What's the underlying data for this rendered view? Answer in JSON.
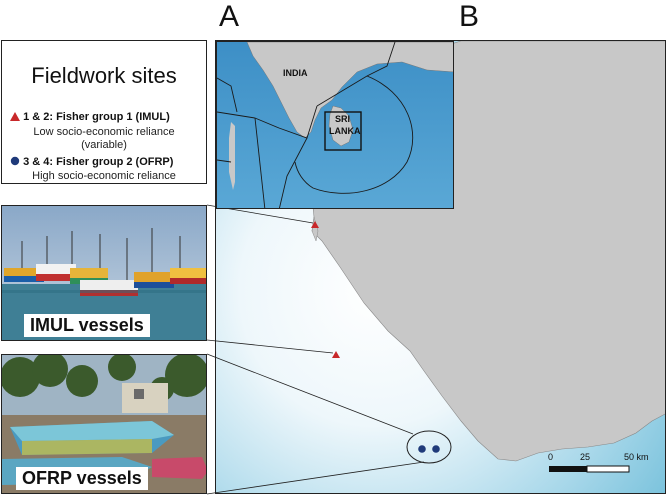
{
  "panels": {
    "a": "A",
    "b": "B"
  },
  "legend": {
    "title": "Fieldwork sites",
    "groups": [
      {
        "label": "1 & 2: Fisher group 1 (IMUL)",
        "desc1": "Low socio-economic reliance",
        "desc2": "(variable)",
        "color": "#c8282a",
        "symbol": "triangle"
      },
      {
        "label": "3 & 4: Fisher group 2 (OFRP)",
        "desc1": "High socio-economic reliance",
        "color": "#1f3a7a",
        "symbol": "circle"
      }
    ]
  },
  "photos": [
    {
      "label": "IMUL vessels"
    },
    {
      "label": "OFRP vessels"
    }
  ],
  "inset": {
    "india": "INDIA",
    "sri": "SRI",
    "lanka": "LANKA"
  },
  "scalebar": {
    "ticks": [
      "0",
      "25",
      "50 km"
    ]
  },
  "colors": {
    "land": "#c8c8c8",
    "sea_shallow": "#ffffff",
    "sea_deep": "#7fc4dc",
    "border": "#222222"
  }
}
